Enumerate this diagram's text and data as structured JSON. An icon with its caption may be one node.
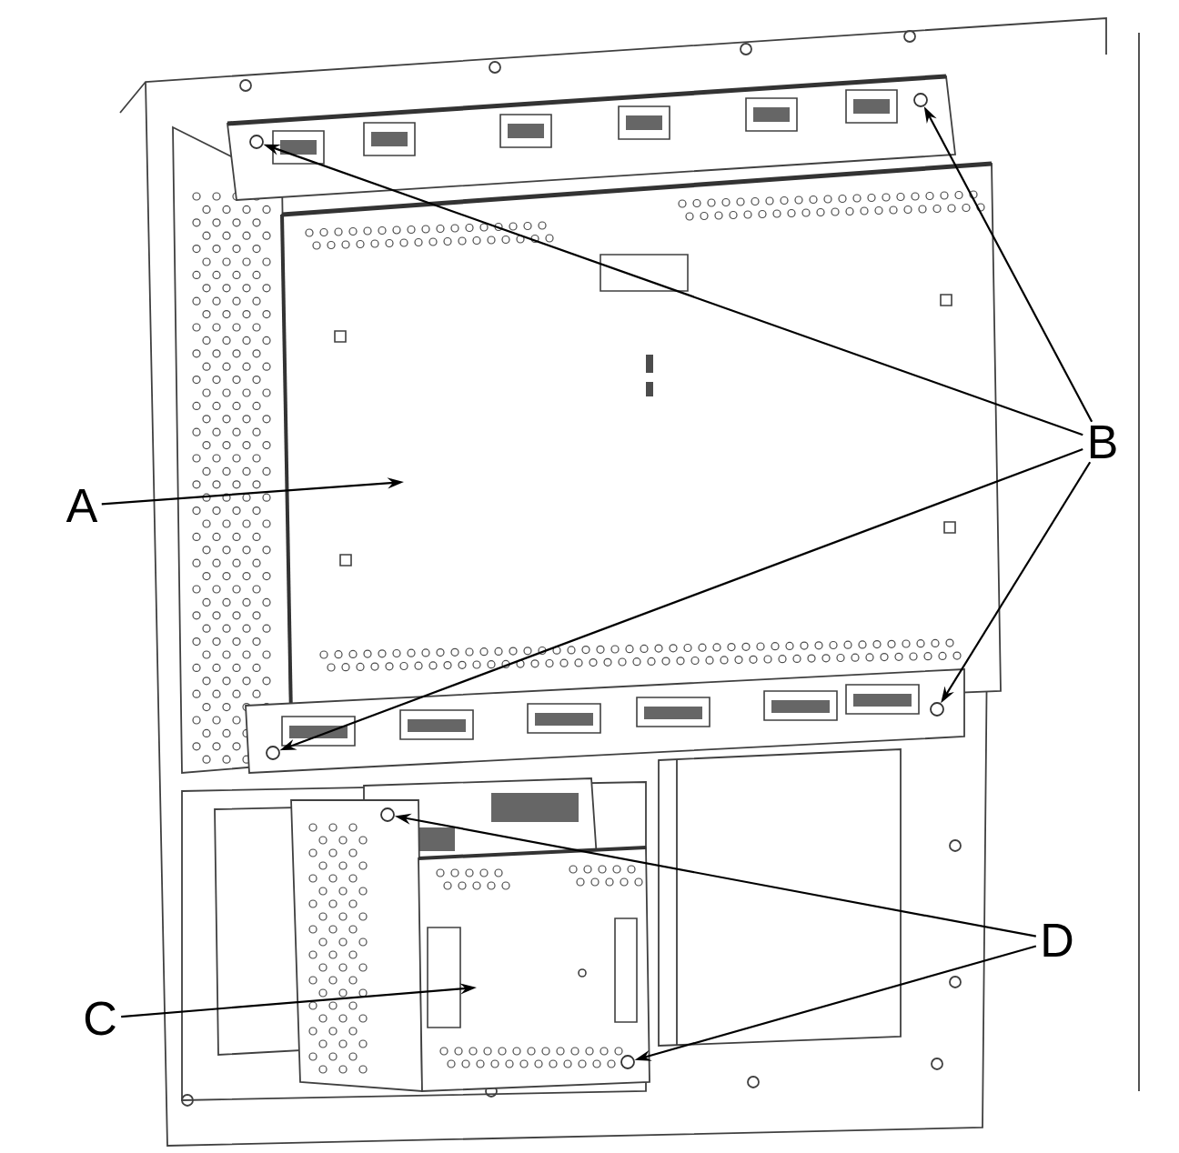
{
  "diagram": {
    "nodes": [
      {
        "text": [
          "A"
        ]
      },
      {
        "text": [
          "B"
        ]
      },
      {
        "text": [
          "C"
        ]
      },
      {
        "text": [
          "D"
        ]
      },
      {
        "text": [],
        "shape": "circle"
      },
      {
        "text": [],
        "shape": "circle"
      },
      {
        "text": [],
        "shape": "circle"
      },
      {
        "text": [],
        "shape": "circle"
      },
      {
        "text": [],
        "shape": "circle"
      },
      {
        "text": [],
        "shape": "circle"
      }
    ],
    "edges": [
      {
        "from": 0,
        "to": null,
        "arrow": "to"
      },
      {
        "from": 1,
        "to": 4,
        "arrow": "to"
      },
      {
        "from": 1,
        "to": 5,
        "arrow": "to"
      },
      {
        "from": 1,
        "to": 6,
        "arrow": "to"
      },
      {
        "from": 1,
        "to": 7,
        "arrow": "to"
      },
      {
        "from": 2,
        "to": null,
        "arrow": "to"
      },
      {
        "from": 3,
        "to": 8,
        "arrow": "to"
      },
      {
        "from": 3,
        "to": 9,
        "arrow": "to"
      }
    ]
  }
}
